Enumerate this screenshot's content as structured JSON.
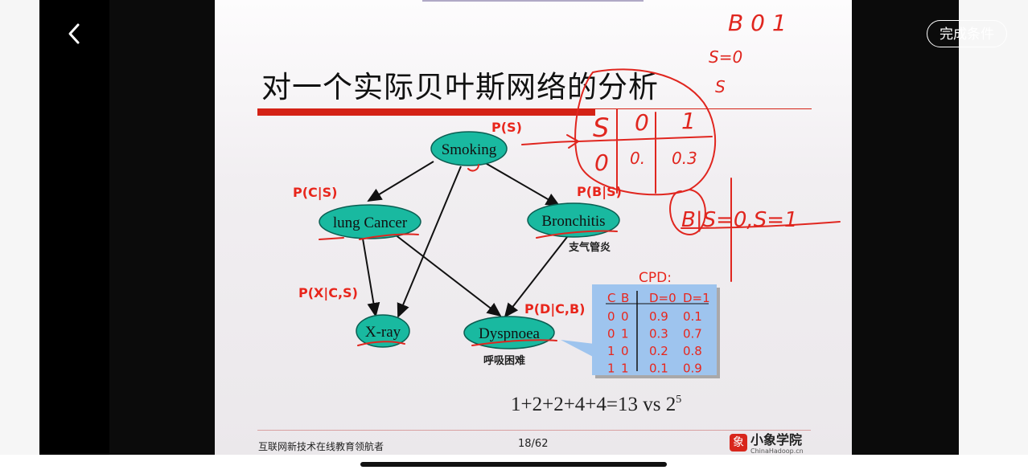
{
  "top_bar": {
    "back_icon": "chevron-left-icon",
    "done_button_label": "完成条件"
  },
  "slide": {
    "title": "对一个实际贝叶斯网络的分析",
    "nodes": {
      "smoking": "Smoking",
      "lung_cancer": "lung Cancer",
      "bronchitis": "Bronchitis",
      "xray": "X-ray",
      "dyspnoea": "Dyspnoea"
    },
    "node_captions": {
      "bronchitis_cn": "支气管炎",
      "dyspnoea_cn": "呼吸困难"
    },
    "prob_labels": {
      "ps": "P(S)",
      "pcs": "P(C|S)",
      "pbs": "P(B|S)",
      "pxcs": "P(X|C,S)",
      "pdcb": "P(D|C,B)"
    },
    "cpd": {
      "title": "CPD:",
      "headers": [
        "C",
        "B",
        "D=0",
        "D=1"
      ],
      "rows": [
        [
          "0",
          "0",
          "0.9",
          "0.1"
        ],
        [
          "0",
          "1",
          "0.3",
          "0.7"
        ],
        [
          "1",
          "0",
          "0.2",
          "0.8"
        ],
        [
          "1",
          "1",
          "0.1",
          "0.9"
        ]
      ]
    },
    "formula": {
      "main": "1+2+2+4+4=13 vs 2",
      "exponent": "5"
    },
    "footer": {
      "left_text": "互联网新技术在线教育领航者",
      "page": "18/62",
      "logo_cn": "小象学院",
      "logo_en": "ChinaHadoop.cn"
    }
  },
  "annotations": {
    "header_text": "B  0  1",
    "s_eq_0": "S=0",
    "s": "S",
    "table_s": "S",
    "table_0": "0",
    "table_1": "1",
    "row_0": "0",
    "row_val_a": "0.",
    "row_val_b": "0.3",
    "b_cond": "B|S=0,S=1",
    "ink_color": "#e0261f"
  },
  "colors": {
    "node_fill": "#19b9a0",
    "label_red": "#e8261c",
    "cpd_bg": "#9ec4ee"
  }
}
